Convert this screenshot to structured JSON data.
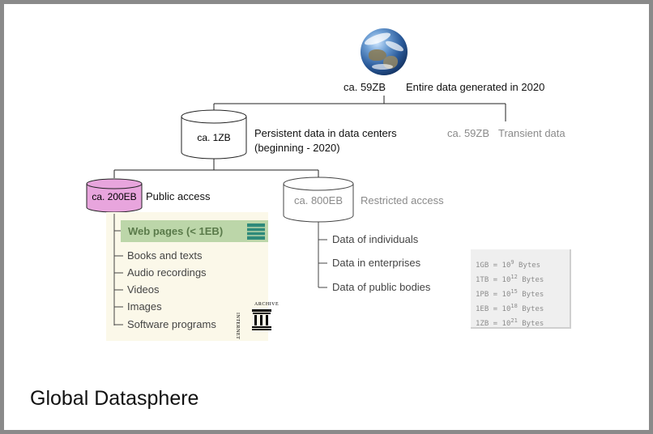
{
  "root": {
    "amount": "ca. 59ZB",
    "label": "Entire data generated in 2020"
  },
  "persistent": {
    "amount": "ca. 1ZB",
    "label_line1": "Persistent data in data centers",
    "label_line2": "(beginning - 2020)"
  },
  "transient": {
    "amount": "ca. 59ZB",
    "label": "Transient data"
  },
  "public": {
    "amount": "ca. 200EB",
    "label": "Public access",
    "web_pages": "Web pages (< 1EB)",
    "items": [
      "Books and texts",
      "Audio recordings",
      "Videos",
      "Images",
      "Software programs"
    ],
    "logo_text_top": "ARCHIVE",
    "logo_text_side": "INTERNET"
  },
  "restricted": {
    "amount": "ca. 800EB",
    "label": "Restricted access",
    "items": [
      "Data of individuals",
      "Data in enterprises",
      "Data of public bodies"
    ]
  },
  "units": [
    {
      "unit": "1GB",
      "exp": "9",
      "suffix": "Bytes"
    },
    {
      "unit": "1TB",
      "exp": "12",
      "suffix": "Bytes"
    },
    {
      "unit": "1PB",
      "exp": "15",
      "suffix": "Bytes"
    },
    {
      "unit": "1EB",
      "exp": "18",
      "suffix": "Bytes"
    },
    {
      "unit": "1ZB",
      "exp": "21",
      "suffix": "Bytes"
    }
  ],
  "title": "Global Datasphere",
  "colors": {
    "public_cylinder": "#e8a5dd",
    "web_highlight": "#bcd6a9",
    "public_background": "#fbf8e9",
    "web_icon": "#2f8a7a"
  }
}
